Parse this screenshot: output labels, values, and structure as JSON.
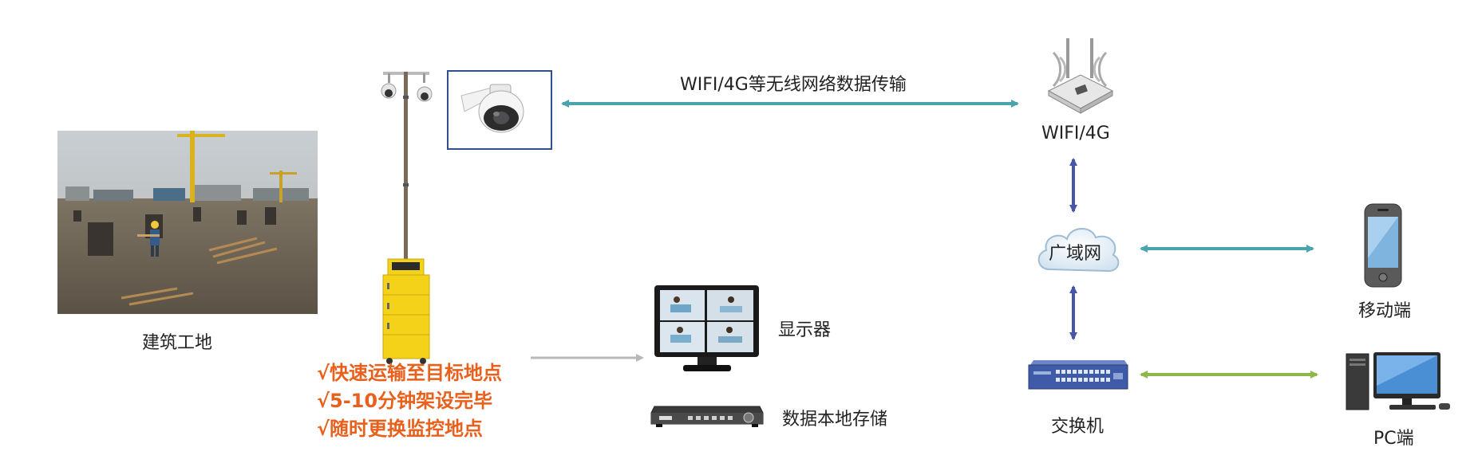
{
  "labels": {
    "construction_site": "建筑工地",
    "transmission": "WIFI/4G等无线网络数据传输",
    "wifi": "WIFI/4G",
    "wan": "广域网",
    "mobile": "移动端",
    "monitor": "显示器",
    "storage": "数据本地存储",
    "switch": "交换机",
    "pc": "PC端"
  },
  "highlights": [
    "√快速运输至目标地点",
    "√5-10分钟架设完毕",
    "√随时更换监控地点"
  ],
  "colors": {
    "teal_arrow": "#4aa3ad",
    "blue_arrow": "#4a55a8",
    "green_arrow": "#8cb84a",
    "gray_arrow": "#b8b8b8",
    "highlight_text": "#e8601c",
    "cabinet_yellow": "#f5d21a",
    "camera_box_border": "#2f4f8f"
  }
}
